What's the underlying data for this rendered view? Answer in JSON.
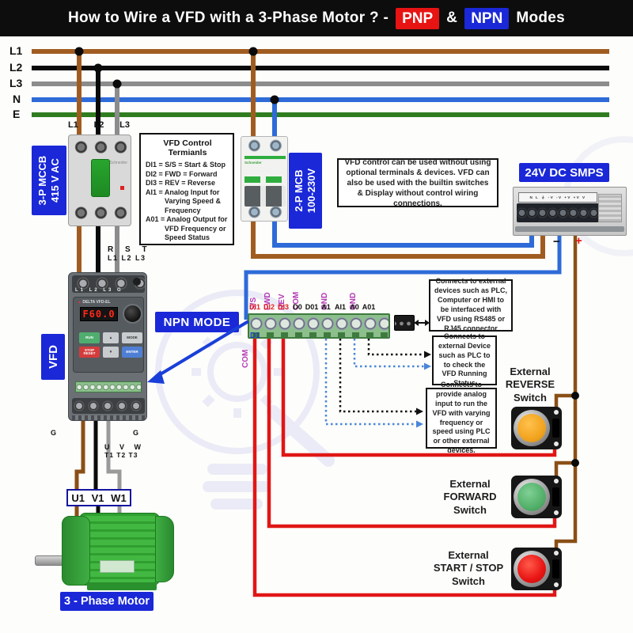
{
  "title": {
    "text": "How to Wire a VFD with a 3-Phase Motor ? -",
    "pnp": "PNP",
    "amp": "&",
    "npn": "NPN",
    "modes": "Modes"
  },
  "rails": {
    "l1": "L1",
    "l2": "L2",
    "l3": "L3",
    "n": "N",
    "e": "E"
  },
  "mccb": {
    "top_labels": [
      "L1",
      "L2",
      "L3"
    ],
    "label": "3-P MCCB\n415 V AC",
    "brand": "Schneider"
  },
  "mcb": {
    "label": "2-P MCB\n100-230V",
    "brand": "Schneider"
  },
  "vfd_terminals_box": {
    "title": "VFD Control Termianls",
    "lines": [
      "DI1 = S/S = Start & Stop",
      "DI2 = FWD = Forward",
      "DI3 = REV = Reverse",
      "AI1 = Analog Input for Varying Speed & Frequency",
      "A01 = Analog Output for VFD Frequency or Speed Status"
    ]
  },
  "info_box": {
    "text": "VFD control can be used without using optional terminals & devices. VFD can also be used with the builtin switches & Display without control wiring connections."
  },
  "smps": {
    "label": "24V DC SMPS",
    "terms": "N L ⏚ -V -V +V +V V",
    "minus": "−",
    "plus": "+"
  },
  "vfd": {
    "label": "VFD",
    "display": "F60.0",
    "brand_delta": "▲",
    "brand": "DELTA VFD-EL",
    "rst": "R S T",
    "rst_l": "L1 L2 L3",
    "top_terms": "L1 L2 L3 G",
    "g_left": "G",
    "g_right": "G",
    "uvw": "U V W",
    "uvw_t": "T1 T2 T3",
    "btn_run": "RUN",
    "btn_up": "▲",
    "btn_mode": "MODE",
    "btn_stop": "STOP RESET",
    "btn_down": "▼",
    "btn_enter": "ENTER"
  },
  "npn_mode": {
    "label": "NPN MODE"
  },
  "strip": {
    "rotated": [
      "S/S",
      "FWD",
      "REV",
      "COM",
      "GND",
      "GND"
    ],
    "row": [
      "DI1",
      "DI2",
      "DI3",
      "D0",
      "D01",
      "A1",
      "AI1",
      "A0",
      "A01"
    ],
    "d1": "D1",
    "com": "COM"
  },
  "annotation_boxes": {
    "rs485": "Connects to external devices such as PLC, Computer or HMI to be interfaced with VFD using RS485 or RJ45 connector",
    "running_status": "Connects to external Device such as PLC to to check the VFD Running Status",
    "analog_input": "Connects to provide analog input to run the VFD with varying frequency or speed using PLC or other external devices."
  },
  "switches": {
    "reverse": "External\nREVERSE\nSwitch",
    "forward": "External\nFORWARD\nSwitch",
    "start_stop": "External\nSTART / STOP\nSwitch"
  },
  "motor": {
    "terminals": [
      "U1",
      "V1",
      "W1"
    ],
    "label": "3 - Phase Motor"
  },
  "colors": {
    "accent_blue": "#1a28d8",
    "pnp_red": "#e81313",
    "wire_brown": "#8a4f16",
    "wire_black": "#111111",
    "wire_gray": "#9a9a9a",
    "wire_blue": "#2e6bd8",
    "wire_green": "#2f7d1f",
    "wire_red": "#e01616",
    "label_magenta": "#b53ab5",
    "terminal_green": "#8cbf8c"
  }
}
